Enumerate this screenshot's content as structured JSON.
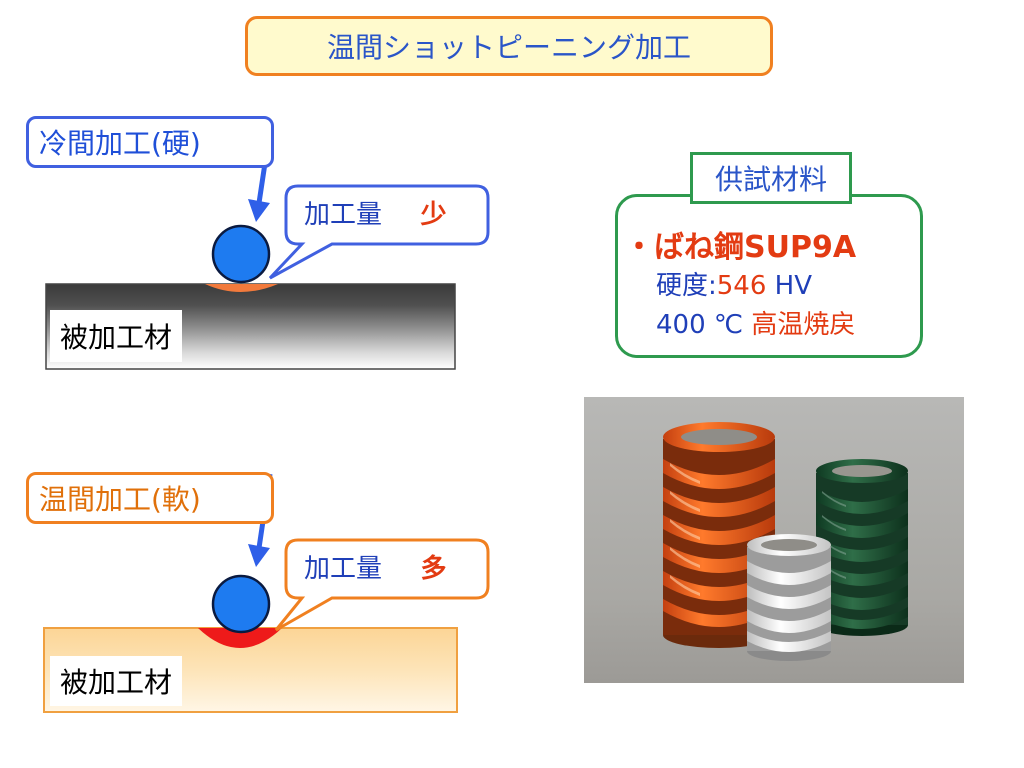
{
  "title": "温間ショットピーニング加工",
  "cold": {
    "label": "冷間加工(硬)",
    "amount_label": "加工量",
    "amount_value": "少",
    "workpiece": "被加工材"
  },
  "warm": {
    "label": "温間加工(軟)",
    "amount_label": "加工量",
    "amount_value": "多",
    "workpiece": "被加工材"
  },
  "spec": {
    "header": "供試材料",
    "material": "・ばね鋼SUP9A",
    "hardness_label": "硬度:",
    "hardness_value": "546",
    "hardness_unit": " HV",
    "temper_temp": "400 ℃ ",
    "temper_label": "高温焼戻"
  },
  "colors": {
    "accent_blue": "#2a55c8",
    "accent_orange": "#f08020",
    "accent_green": "#2e9a4e",
    "accent_red": "#e33b12"
  }
}
